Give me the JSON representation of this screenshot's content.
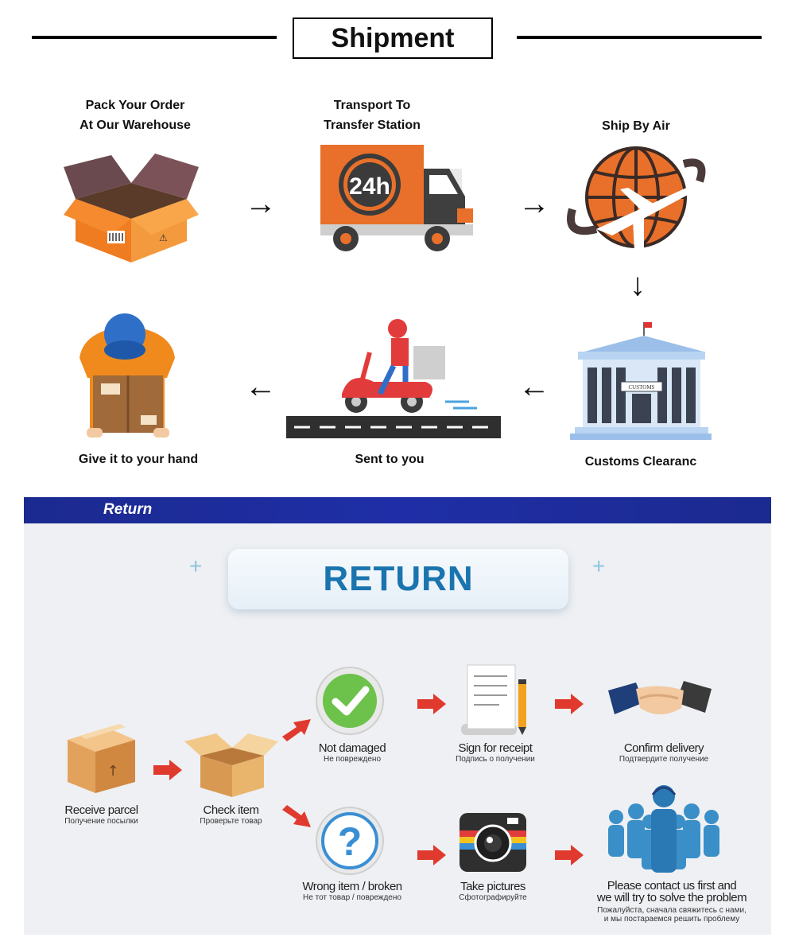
{
  "shipment": {
    "title": "Shipment",
    "steps": [
      {
        "label": "Pack Your Order\nAt Our Warehouse",
        "icon": "open-box-icon"
      },
      {
        "label": "Transport To\nTransfer Station",
        "icon": "delivery-truck-icon",
        "badge": "24h"
      },
      {
        "label": "Ship By Air",
        "icon": "globe-airplane-icon"
      },
      {
        "label": "Customs Clearanc",
        "icon": "customs-building-icon",
        "sign": "CUSTOMS"
      },
      {
        "label": "Sent to you",
        "icon": "scooter-courier-icon"
      },
      {
        "label": "Give it to your hand",
        "icon": "person-holding-box-icon"
      }
    ],
    "arrows": [
      "→",
      "→",
      "↓",
      "←",
      "←"
    ]
  },
  "return_section": {
    "banner": "Return",
    "heading": "RETURN",
    "steps": {
      "receive": {
        "main": "Receive parcel",
        "sub": "Получение посылки",
        "icon": "parcel-icon"
      },
      "check": {
        "main": "Check item",
        "sub": "Проверьте товар",
        "icon": "open-carton-icon"
      },
      "not_damaged": {
        "main": "Not damaged",
        "sub": "Не повреждено",
        "icon": "green-check-icon"
      },
      "sign": {
        "main": "Sign for receipt",
        "sub": "Подпись о получении",
        "icon": "receipt-pen-icon"
      },
      "confirm": {
        "main": "Confirm delivery",
        "sub": "Подтвердите получение",
        "icon": "handshake-icon"
      },
      "wrong": {
        "main": "Wrong item / broken",
        "sub": "Не тот товар / повреждено",
        "icon": "question-mark-icon"
      },
      "pictures": {
        "main": "Take pictures",
        "sub": "Сфотографируйте",
        "icon": "camera-icon"
      },
      "contact": {
        "main": "Please contact us first and\nwe will try to solve the problem",
        "sub": "Пожалуйста, сначала свяжитесь с нами,\nи мы постараемся решить проблему",
        "icon": "support-team-icon"
      }
    }
  },
  "colors": {
    "orange": "#e8702a",
    "dark": "#3b3b3b",
    "blue_banner": "#1f2ea6",
    "return_blue": "#1a74ae",
    "red_arrow": "#e03a2f",
    "green": "#4caf2e"
  }
}
